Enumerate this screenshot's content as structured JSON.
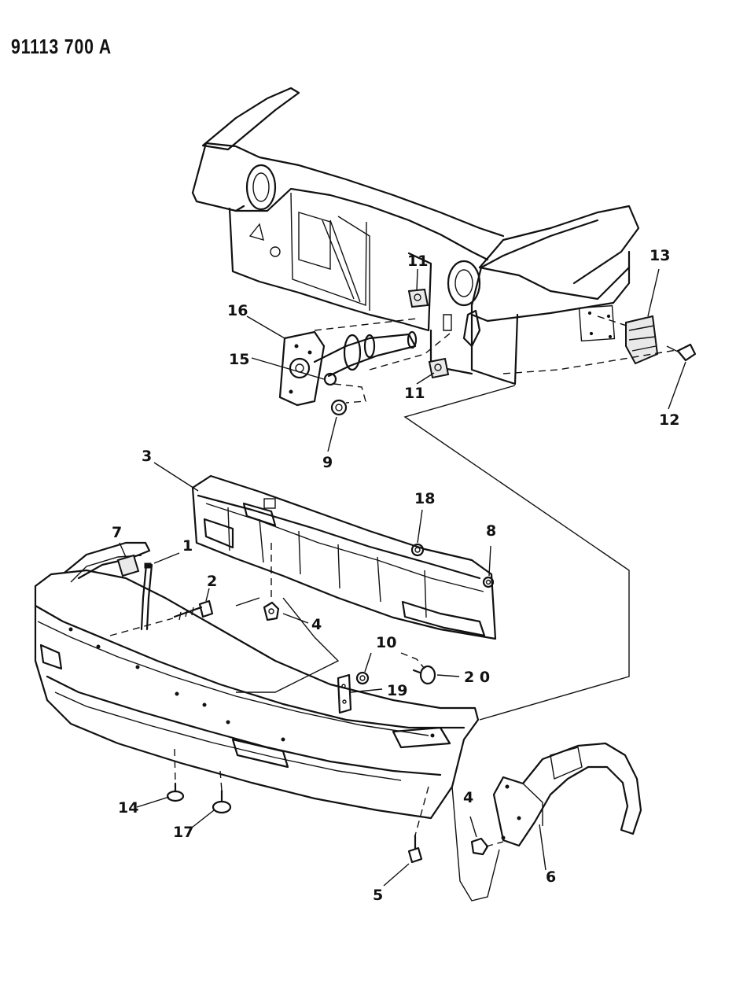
{
  "header": {
    "diagram_id": "91113 700 A"
  },
  "callouts": [
    {
      "id": "callout-1",
      "text": "1"
    },
    {
      "id": "callout-2",
      "text": "2"
    },
    {
      "id": "callout-3",
      "text": "3"
    },
    {
      "id": "callout-4a",
      "text": "4"
    },
    {
      "id": "callout-4b",
      "text": "4"
    },
    {
      "id": "callout-5",
      "text": "5"
    },
    {
      "id": "callout-6",
      "text": "6"
    },
    {
      "id": "callout-7",
      "text": "7"
    },
    {
      "id": "callout-8",
      "text": "8"
    },
    {
      "id": "callout-9",
      "text": "9"
    },
    {
      "id": "callout-10",
      "text": "10"
    },
    {
      "id": "callout-11a",
      "text": "11"
    },
    {
      "id": "callout-11b",
      "text": "11"
    },
    {
      "id": "callout-12",
      "text": "12"
    },
    {
      "id": "callout-13",
      "text": "13"
    },
    {
      "id": "callout-14",
      "text": "14"
    },
    {
      "id": "callout-15",
      "text": "15"
    },
    {
      "id": "callout-16",
      "text": "16"
    },
    {
      "id": "callout-17",
      "text": "17"
    },
    {
      "id": "callout-18",
      "text": "18"
    },
    {
      "id": "callout-19",
      "text": "19"
    },
    {
      "id": "callout-20",
      "text": "2 0"
    }
  ]
}
